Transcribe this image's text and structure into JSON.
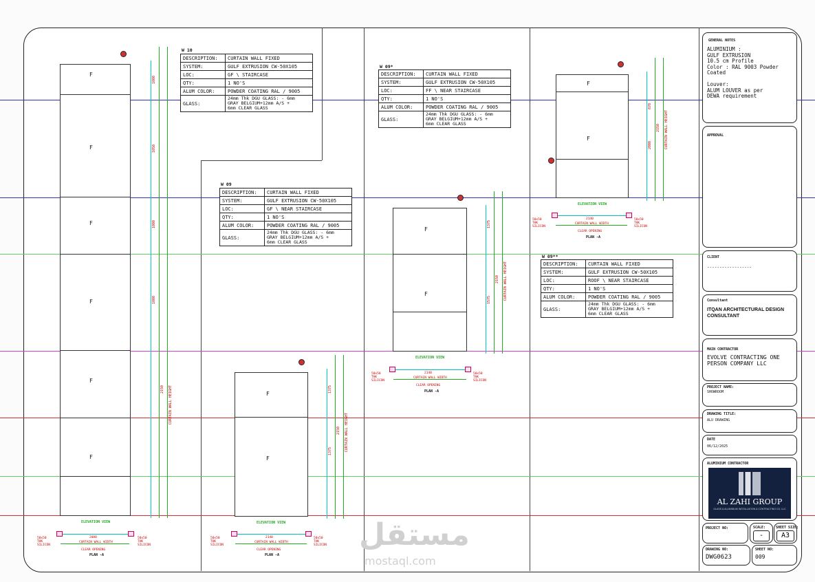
{
  "sheet": {
    "label_F": "F",
    "elevation_label": "ELEVATION VIEW",
    "plan_label": "PLAN -A",
    "clear_opening": "CLEAR OPENING"
  },
  "spec_labels": {
    "description": "DESCRIPTION:",
    "system": "SYSTEM:",
    "loc": "LOC:",
    "qty": "QTY:",
    "alum_color": "ALUM COLOR:",
    "glass": "GLASS:"
  },
  "windows": [
    {
      "tag": "W 10",
      "description": "CURTAIN WALL FIXED",
      "system": "GULF EXTRUSION CW-50X105",
      "loc": "GF \\ STAIRCASE",
      "qty": "1 NO'S",
      "alum_color": "POWDER COATING RAL / 9005",
      "glass_1": "24mm Thk DGU GLASS: - 6mm",
      "glass_2": "GRAY BELGIUM+12mm A/S +",
      "glass_3": "6mm CLEAR GLASS",
      "plan_dims": [
        "2080",
        "2150"
      ],
      "clear_opening": "CURTAIN WALL WIDTH",
      "sill_left": "50x50 THK SILICON",
      "sill_right": "50x50 THK SILICON"
    },
    {
      "tag": "W 09",
      "description": "CURTAIN WALL FIXED",
      "system": "GULF EXTRUSION CW-50X105",
      "loc": "GF \\ NEAR STAIRCASE",
      "qty": "1 NO'S",
      "alum_color": "POWDER COATING RAL / 9005",
      "glass_1": "24mm Thk DGU GLASS: - 6mm",
      "glass_2": "GRAY BELGIUM+12mm A/S +",
      "glass_3": "6mm CLEAR GLASS",
      "plan_dims": [
        "2140",
        "2150"
      ],
      "clear_opening": "CURTAIN WALL WIDTH",
      "sill_left": "50x50 THK SILICON",
      "sill_right": "50x50 THK SILICON"
    },
    {
      "tag": "W 09*",
      "description": "CURTAIN WALL FIXED",
      "system": "GULF EXTRUSION CW-50X105",
      "loc": "FF \\ NEAR STAIRCASE",
      "qty": "1 NO'S",
      "alum_color": "POWDER COATING RAL / 9005",
      "glass_1": "24mm Thk DGU GLASS: - 6mm",
      "glass_2": "GRAY BELGIUM+12mm A/S +",
      "glass_3": "6mm CLEAR GLASS",
      "plan_dims": [
        "2140",
        "2150"
      ],
      "clear_opening": "CURTAIN WALL WIDTH",
      "sill_left": "50x50 THK SILICON",
      "sill_right": "50x50 THK SILICON"
    },
    {
      "tag": "W 09**",
      "description": "CURTAIN WALL FIXED",
      "system": "GULF EXTRUSION CW-50X105",
      "loc": "ROOF \\ NEAR STAIRCASE",
      "qty": "1 NO'S",
      "alum_color": "POWDER COATING RAL / 9005",
      "glass_1": "24mm Thk DGU GLASS: - 6mm",
      "glass_2": "GRAY BELGIUM+12mm A/S +",
      "glass_3": "6mm CLEAR GLASS",
      "plan_dims": [
        "2140",
        "2150"
      ],
      "clear_opening": "CURTAIN WALL WIDTH",
      "sill_left": "50x50 THK SILICON",
      "sill_right": "50x50 THK SILICON"
    }
  ],
  "dims": {
    "w10": [
      "1000",
      "2150",
      "1050",
      "2150",
      "1000",
      "2150",
      "1000",
      "2150"
    ],
    "w09": [
      "1375",
      "2150",
      "1375",
      "2150"
    ],
    "w09s": [
      "1375",
      "2150",
      "1575",
      "2150"
    ],
    "w09ss": [
      "870",
      "2150",
      "2000",
      "2150"
    ],
    "curtain": "CURTAIN WALL HEIGHT"
  },
  "title_block": {
    "general_notes_label": "GENERAL NOTES",
    "general_notes": "ALUMINIUM :\nGULF EXTRUSION\n10.5 cm Profile\nColor : RAL 9003 Powder\nCoated\n\nLouver:\nALUM LOUVER as per\nDEWA requirement",
    "approval_label": "APPROVAL",
    "client_label": "CLIENT",
    "client_value": "------------------",
    "consultant_label": "Consultant",
    "consultant_value": "ITQAN ARCHITECTURAL DESIGN\nCONSULTANT",
    "main_contractor_label": "MAIN CONTRACTOR",
    "main_contractor_value": "EVOLVE CONTRACTING ONE\nPERSON COMPANY LLC",
    "project_name_label": "PROJECT NAME:",
    "project_name_value": "SHOWROOM",
    "drawing_title_label": "DRAWING TITLE:",
    "drawing_title_value": "ALU DRAWING",
    "date_label": "DATE",
    "date_value": "06/12/2025",
    "aluminium_contractor_label": "ALUMINIUM CONTRACTOR",
    "logo_name": "AL ZAHI GROUP",
    "logo_sub": "GLASS & ALUMINIUM INSTALLATION & CONTRACTING CO. LLC",
    "project_no_label": "PROJECT NO:",
    "project_no_value": "",
    "scale_label": "SCALE:",
    "scale_value": "-",
    "sheet_size_label": "SHEET SIZE:",
    "sheet_size_value": "A3",
    "drawing_no_label": "DRAWING NO:",
    "drawing_no_value": "DWG0623",
    "sheet_no_label": "SHEET NO:",
    "sheet_no_value": "009"
  },
  "watermark": {
    "arabic": "مستقل",
    "latin": "mostaql.com"
  }
}
